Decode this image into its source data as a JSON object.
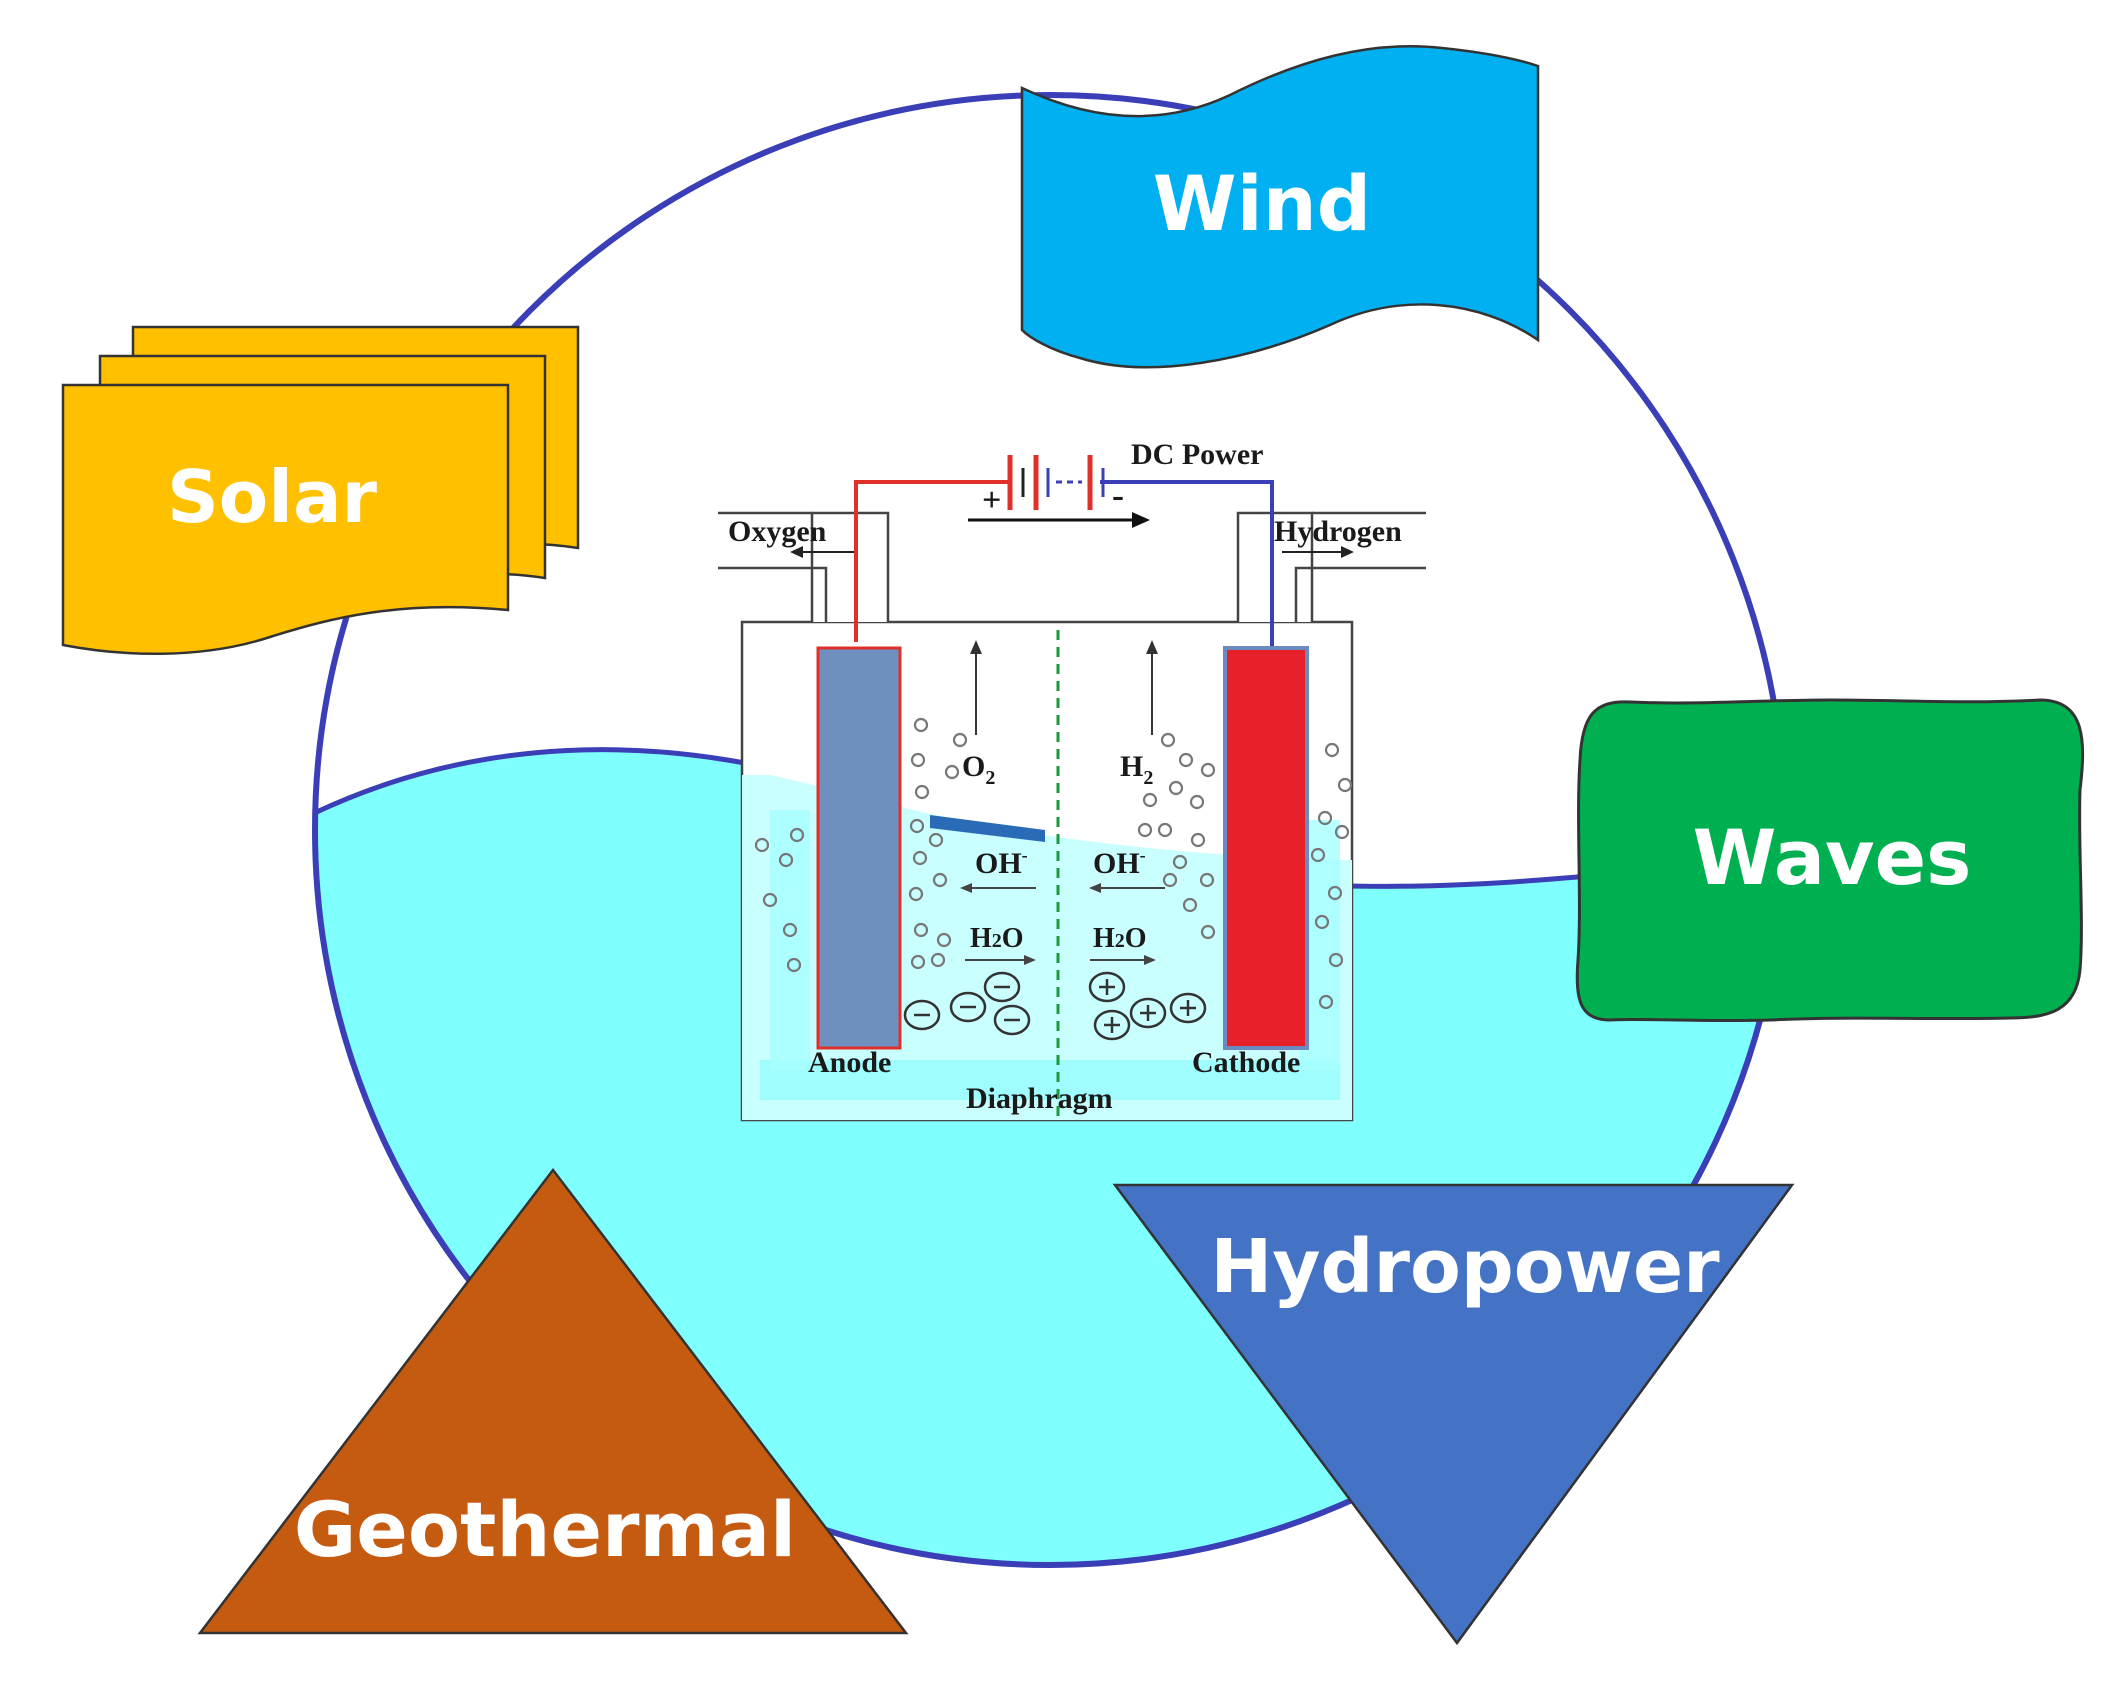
{
  "sources": {
    "solar": "Solar",
    "wind": "Wind",
    "waves": "Waves",
    "geothermal": "Geothermal",
    "hydropower": "Hydropower"
  },
  "cell": {
    "dc_power": "DC Power",
    "oxygen": "Oxygen",
    "hydrogen": "Hydrogen",
    "anode": "Anode",
    "cathode": "Cathode",
    "diaphragm": "Diaphragm",
    "o2": {
      "base": "O",
      "sub": "2"
    },
    "h2": {
      "base": "H",
      "sub": "2"
    },
    "oh_left": {
      "base": "OH",
      "sup": "-"
    },
    "oh_right": {
      "base": "OH",
      "sup": "-"
    },
    "h2o_left": {
      "base": "H",
      "mid": "2",
      "end": "O"
    },
    "h2o_right": {
      "base": "H",
      "mid": "2",
      "end": "O"
    },
    "plus_terminal": "+",
    "minus_terminal": "-"
  },
  "colors": {
    "circle": "#3a3fb8",
    "water": "#80ffff",
    "solar": "#ffc000",
    "wind": "#00b0f0",
    "waves": "#00b050",
    "geothermal": "#c55a11",
    "hydropower": "#4472c4",
    "anode": "#6f8fbf",
    "cathode": "#e8202a",
    "wire_red": "#e0302a",
    "wire_blue": "#3a3fb8"
  }
}
